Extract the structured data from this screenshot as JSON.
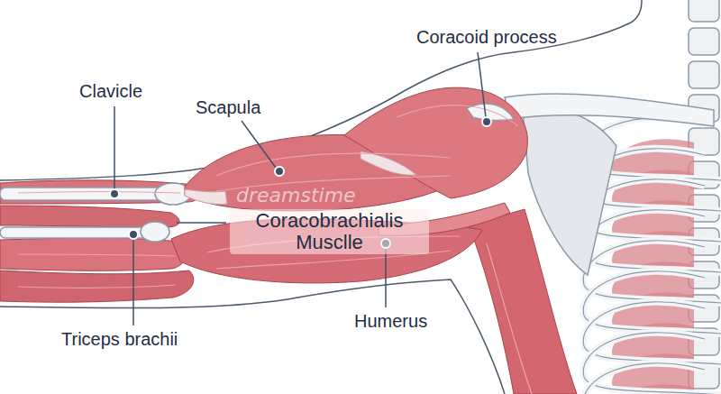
{
  "diagram": {
    "labels": [
      "Clavicle",
      "Scapula",
      "Coracoid process",
      "dreamstime",
      "Coracobrachialis Musclle",
      "Triceps brachii",
      "Humerus"
    ]
  }
}
